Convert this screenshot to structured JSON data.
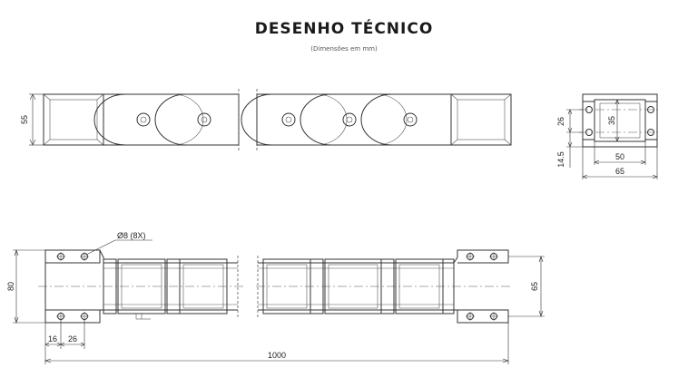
{
  "title": "DESENHO TÉCNICO",
  "subtitle": "(Dimensões em mm)",
  "dimensions": {
    "side_height": "55",
    "end_26": "26",
    "end_35": "35",
    "end_14_5": "14.5",
    "end_50": "50",
    "end_65": "65",
    "hole": "Ø8 (8X)",
    "top_80": "80",
    "top_65": "65",
    "top_16": "16",
    "top_26": "26",
    "total_length": "1000"
  }
}
